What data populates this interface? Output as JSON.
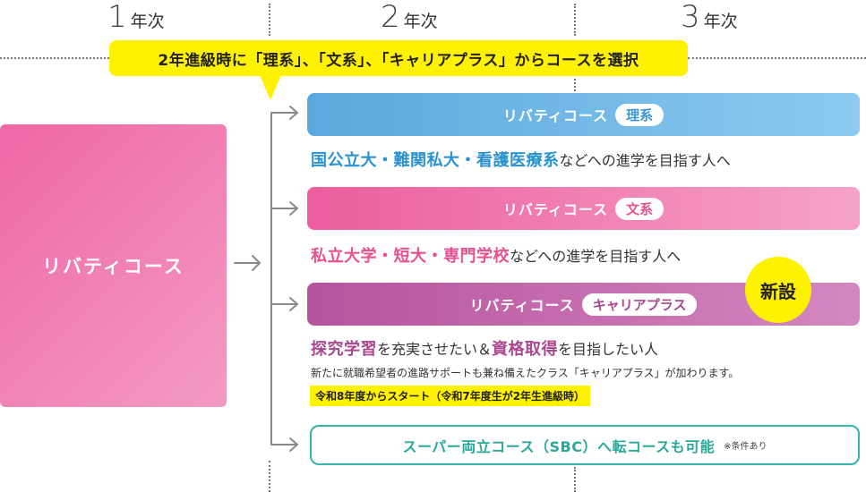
{
  "years": [
    {
      "num": "1",
      "label": "年次"
    },
    {
      "num": "2",
      "label": "年次"
    },
    {
      "num": "3",
      "label": "年次"
    }
  ],
  "banner": "2年進級時に「理系」、「文系」、「キャリアプラス」からコースを選択",
  "main_course": "リバティコース",
  "courses": [
    {
      "name": "リバティコース",
      "tag": "理系",
      "highlight": "国公立大・難関私大・看護医療系",
      "suffix": "などへの進学を目指す人へ"
    },
    {
      "name": "リバティコース",
      "tag": "文系",
      "highlight": "私立大学・短大・専門学校",
      "suffix": "などへの進学を目指す人へ"
    },
    {
      "name": "リバティコース",
      "tag": "キャリアプラス",
      "highlight_1": "探究学習",
      "middle": "を充実させたい＆",
      "highlight_2": "資格取得",
      "suffix": "を目指したい人"
    }
  ],
  "career_note": "新たに就職希望者の進路サポートも兼ね備えたクラス「キャリアプラス」が加わります。",
  "start_badge": "令和8年度からスタート（令和7年度生が2年生進級時）",
  "new_badge": "新設",
  "sbc": {
    "label": "スーパー両立コース（SBC）へ転コースも可能",
    "note": "※条件あり"
  },
  "colors": {
    "science": "#5aa8dd",
    "humanities": "#ec5d9e",
    "career": "#b7539e",
    "yellow": "#fff200",
    "teal": "#35b6a8"
  }
}
